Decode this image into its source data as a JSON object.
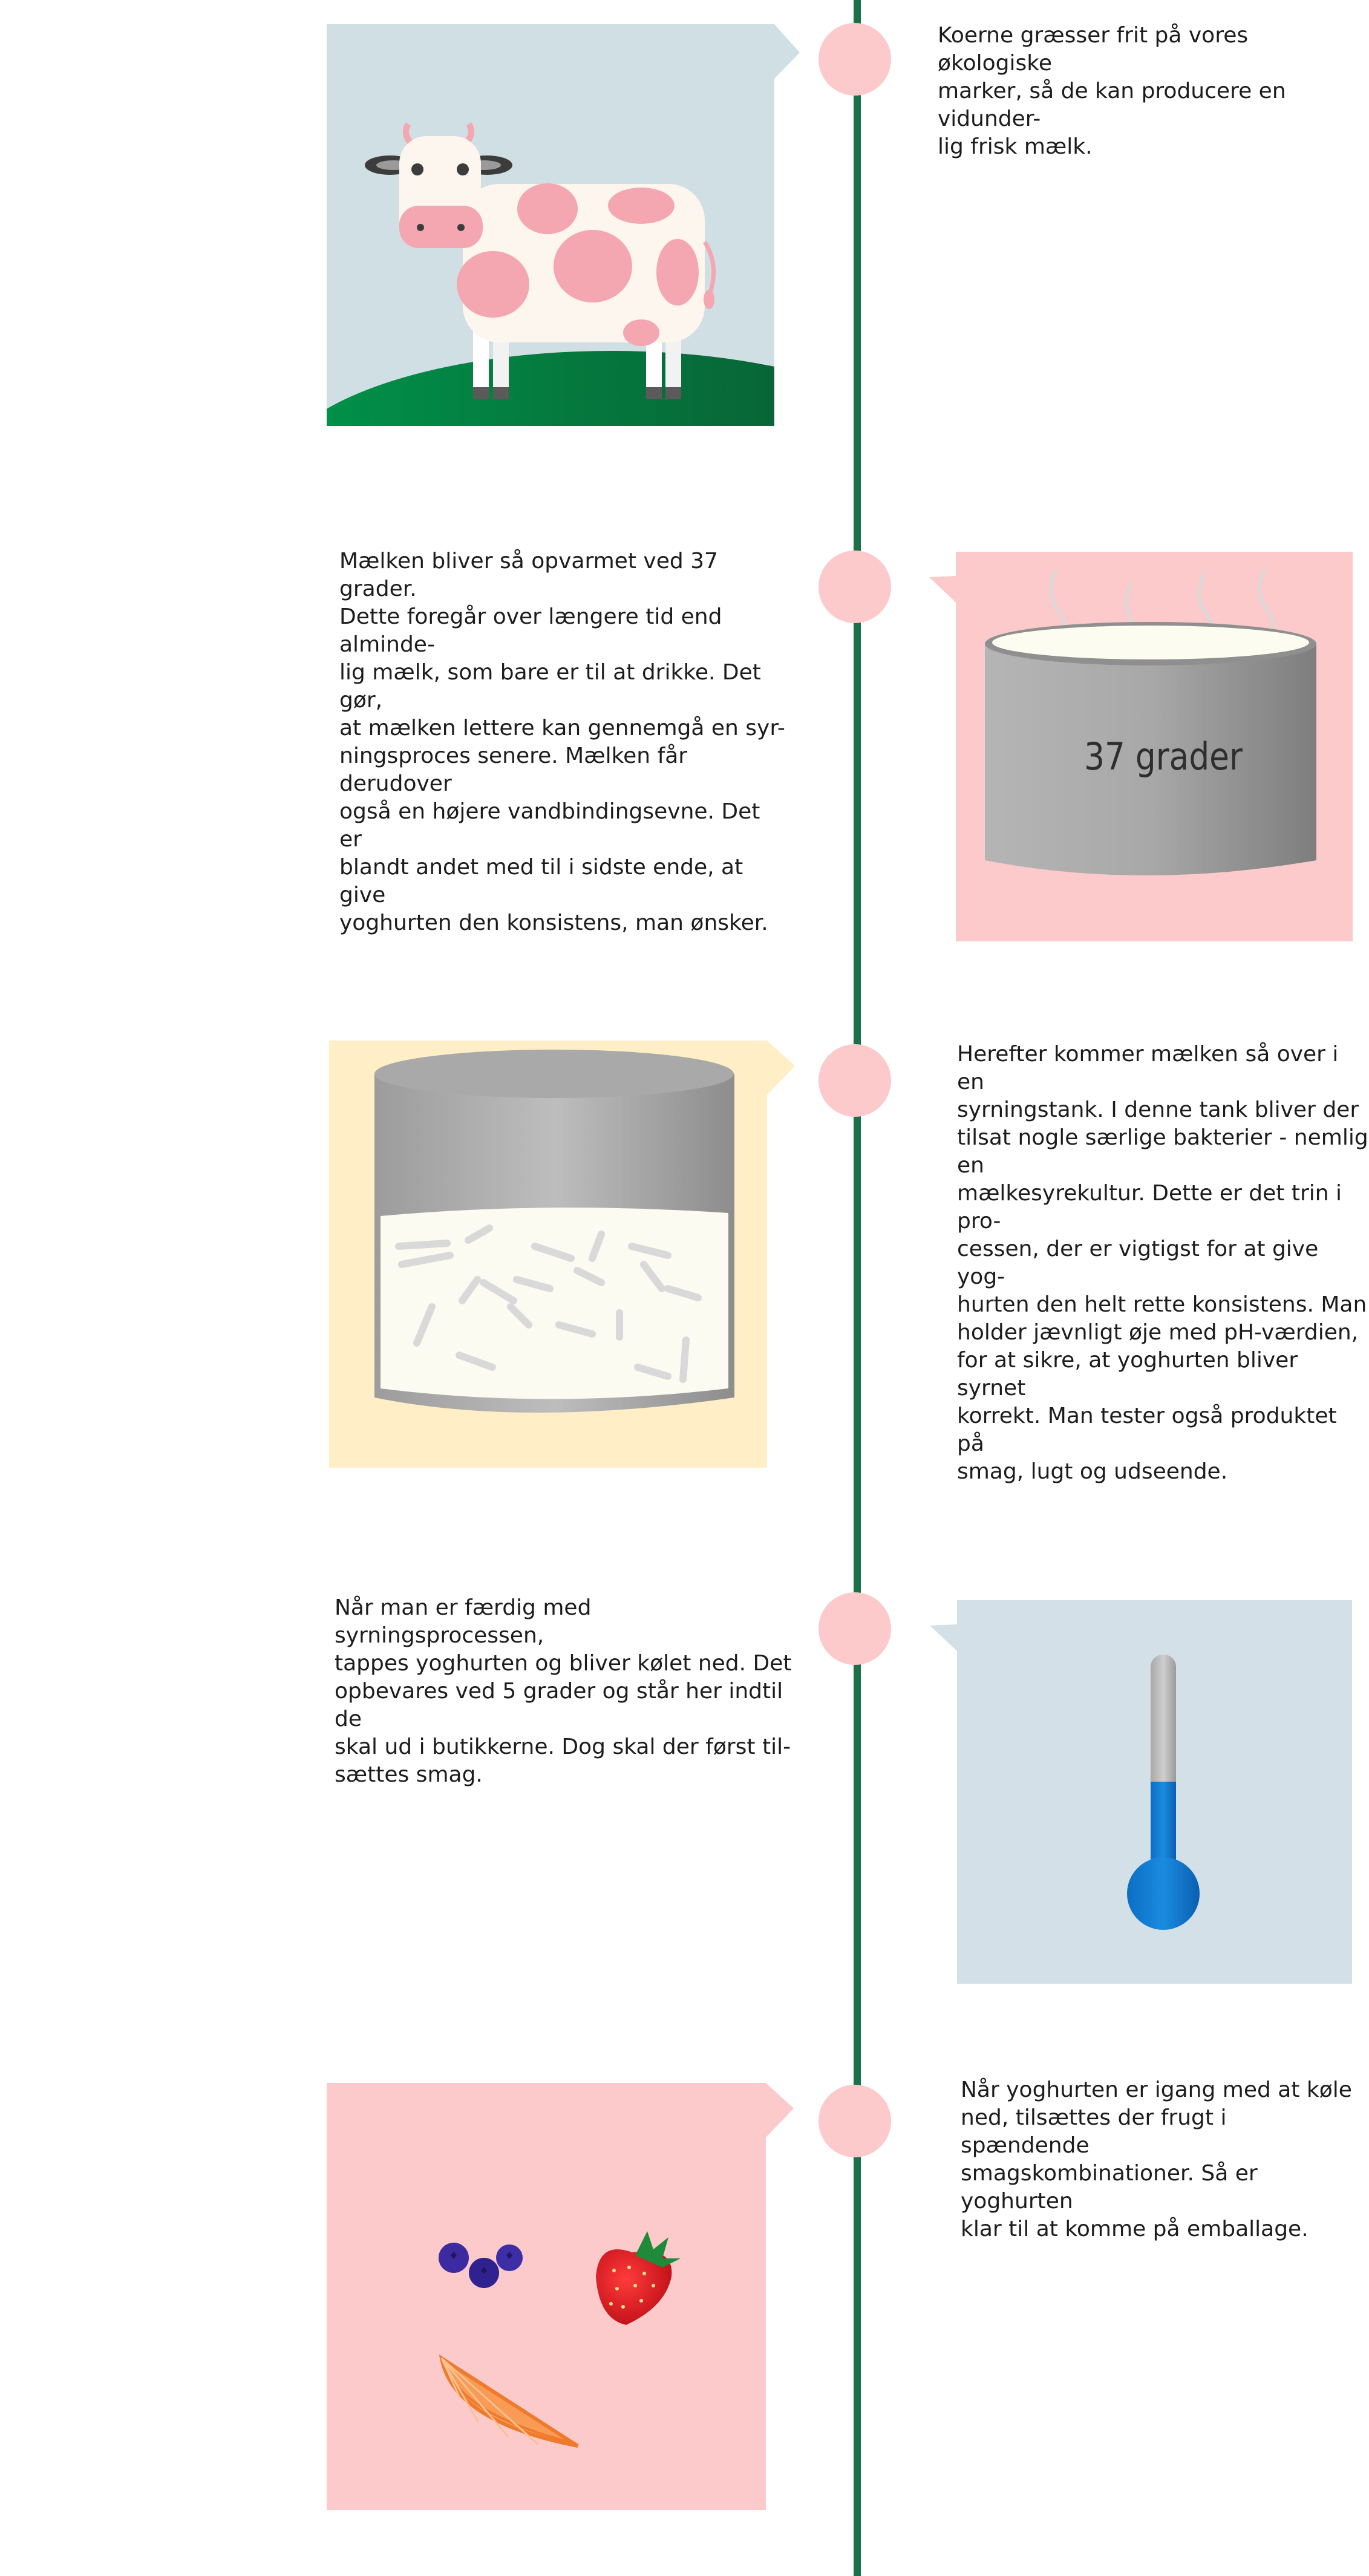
{
  "colors": {
    "line": "#1c7048",
    "dot": "#fccacb",
    "sky": "#cfdfe4",
    "pink": "#fccacb",
    "cream": "#ffeec6",
    "blue_grey": "#d4e0e8"
  },
  "steps": [
    {
      "text": "Koerne græsser frit på vores økologiske\nmarker, så de kan producere en vidunder-\nlig frisk mælk.",
      "illustration": "cow-icon"
    },
    {
      "text": "Mælken bliver så opvarmet ved 37 grader.\nDette foregår over længere tid end alminde-\nlig mælk, som bare er til at drikke. Det gør,\nat mælken lettere kan gennemgå en syr-\nningsproces senere. Mælken får derudover\nogså en højere vandbindingsevne. Det er\nblandt andet med til i sidste ende, at give\nyoghurten den konsistens, man ønsker.",
      "illustration": "heating-pot-icon",
      "pot_label": "37 grader"
    },
    {
      "text": "Herefter kommer mælken så over i en\nsyrningstank. I denne tank bliver der\ntilsat nogle særlige bakterier - nemlig en\nmælkesyrekultur. Dette er det trin i pro-\ncessen, der er vigtigst for at give yog-\nhurten den helt rette konsistens. Man\nholder jævnligt øje med pH-værdien,\nfor at sikre, at yoghurten bliver syrnet\nkorrekt. Man tester også produktet på\nsmag, lugt og udseende.",
      "illustration": "fermentation-tank-icon"
    },
    {
      "text": "Når man er færdig med syrningsprocessen,\ntappes yoghurten og bliver kølet ned. Det\nopbevares ved 5 grader og står her indtil de\nskal ud i butikkerne. Dog skal der først til-\nsættes smag.",
      "illustration": "thermometer-icon"
    },
    {
      "text": "Når yoghurten er igang med at køle\nned, tilsættes der frugt i spændende\nsmagskombinationer. Så er yoghurten\nklar til at komme på emballage.",
      "illustration": "fruit-icon"
    }
  ]
}
